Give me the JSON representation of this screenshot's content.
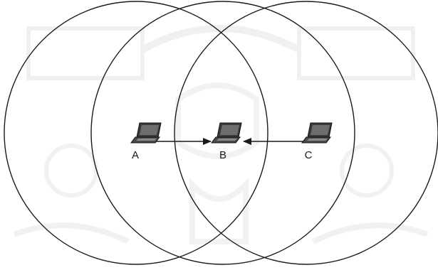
{
  "diagram": {
    "nodes": [
      {
        "id": "A",
        "label": "A",
        "icon": "laptop-icon"
      },
      {
        "id": "B",
        "label": "B",
        "icon": "laptop-icon"
      },
      {
        "id": "C",
        "label": "C",
        "icon": "laptop-icon"
      }
    ],
    "edges": [
      {
        "from": "A",
        "to": "B",
        "arrow": "end"
      },
      {
        "from": "C",
        "to": "B",
        "arrow": "end"
      }
    ],
    "ranges": [
      {
        "center": "A",
        "shape": "circle"
      },
      {
        "center": "B",
        "shape": "circle"
      },
      {
        "center": "C",
        "shape": "circle"
      }
    ],
    "colors": {
      "line": "#1a1a1a",
      "laptop_body": "#3a3a3a",
      "laptop_screen": "#6e6e6e",
      "watermark": "#e6e6e6"
    }
  }
}
